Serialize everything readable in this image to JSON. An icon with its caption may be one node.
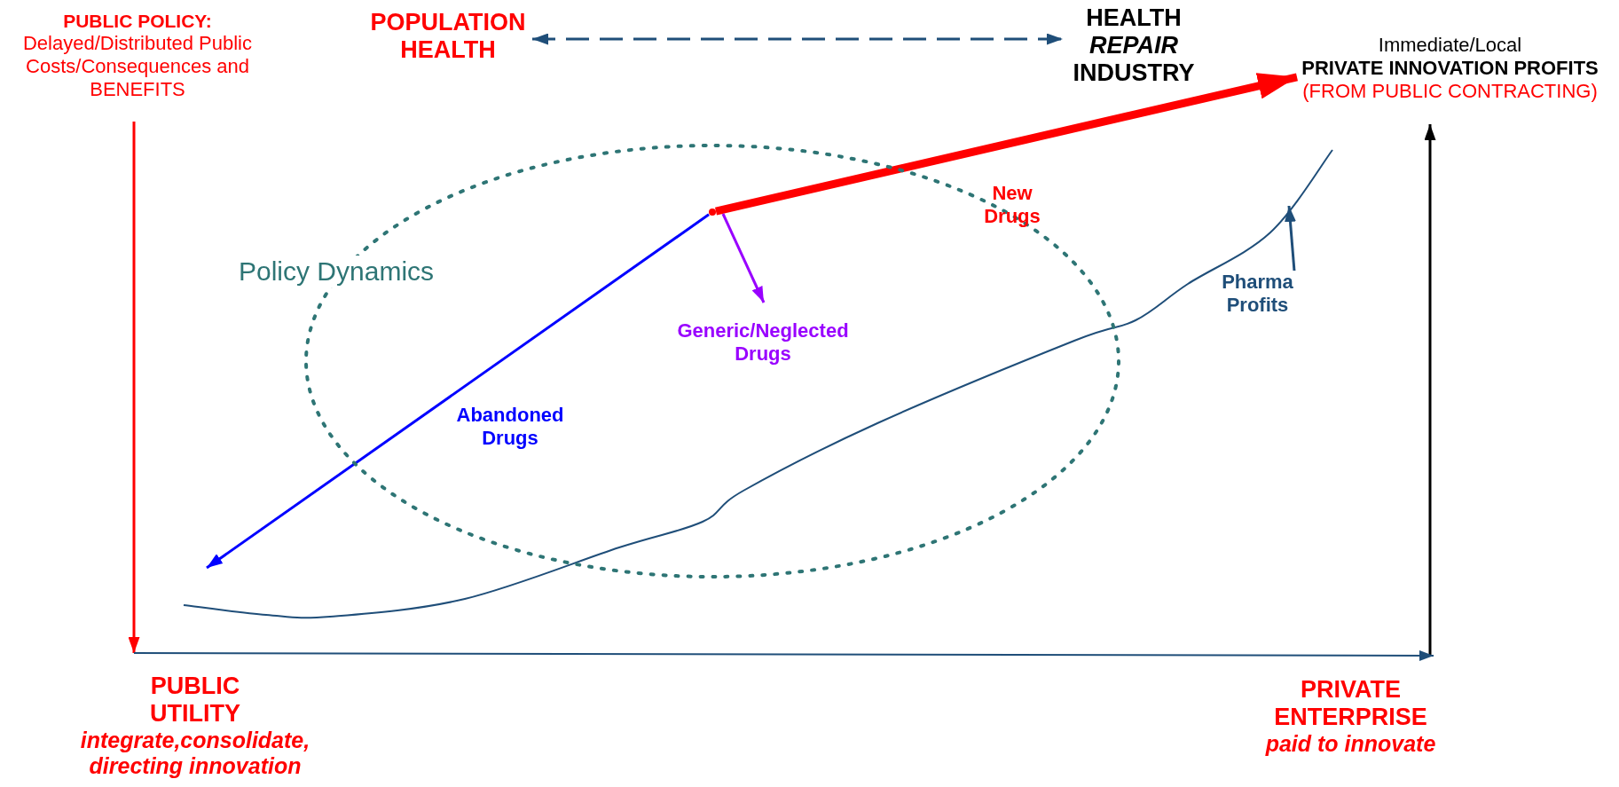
{
  "diagram": {
    "nodes": [
      {
        "text": [
          "PUBLIC POLICY:",
          "Delayed/Distributed Public Costs/Consequences and BENEFITS"
        ]
      },
      {
        "text": [
          "POPULATION HEALTH"
        ]
      },
      {
        "text": [
          "HEALTH *REPAIR* INDUSTRY"
        ]
      },
      {
        "text": [
          "Immediate/Local",
          "PRIVATE INNOVATION PROFITS",
          "(FROM PUBLIC CONTRACTING)"
        ]
      },
      {
        "text": [
          "Policy Dynamics"
        ]
      },
      {
        "text": [],
        "shape": "point",
        "in": 4
      },
      {
        "text": [
          "Pharma Profits"
        ]
      },
      {
        "text": [
          "PUBLIC UTILITY",
          "integrate,consolidate, **directing** innovation"
        ]
      },
      {
        "text": [
          "PRIVATE ENTERPRISE",
          "paid to innovate"
        ]
      }
    ],
    "edges": [
      {
        "from": 1,
        "to": 2,
        "arrow": "both",
        "style": "dashed",
        "color": "#1f4e79"
      },
      {
        "from": 0,
        "to": 7,
        "arrow": "to",
        "color": "#ff0000"
      },
      {
        "from": 8,
        "to": 3,
        "arrow": "to",
        "color": "#000000"
      },
      {
        "from": 5,
        "to": 3,
        "arrow": "to",
        "label": "New Drugs",
        "style": "thick",
        "color": "#ff0000"
      },
      {
        "from": 5,
        "to": null,
        "arrow": "to",
        "label": "Abandoned Drugs",
        "color": "#0000ff"
      },
      {
        "from": 5,
        "to": null,
        "arrow": "to",
        "label": "Generic/Neglected Drugs",
        "color": "#9900ff"
      },
      {
        "from": 6,
        "to": null,
        "arrow": "to",
        "color": "#1f4e79"
      },
      {
        "from": 7,
        "to": 8,
        "arrow": "to",
        "color": "#1f4e79"
      }
    ]
  }
}
